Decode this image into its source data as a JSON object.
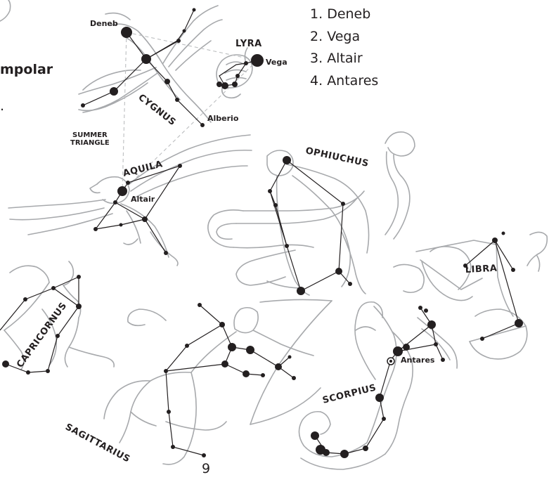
{
  "star_list": [
    {
      "number": "1.",
      "name": "Deneb"
    },
    {
      "number": "2.",
      "name": "Vega"
    },
    {
      "number": "3.",
      "name": "Altair"
    },
    {
      "number": "4.",
      "name": "Antares"
    }
  ],
  "constellations": {
    "cygnus": "CYGNUS",
    "lyra": "LYRA",
    "aquila": "AQUILA",
    "ophiuchus": "OPHIUCHUS",
    "libra": "LIBRA",
    "capricornus": "CAPRICORNUS",
    "sagittarius": "SAGITTARIUS",
    "scorpius": "SCORPIUS"
  },
  "stars": {
    "deneb": "Deneb",
    "vega": "Vega",
    "altair": "Altair",
    "alberio": "Alberio",
    "antares": "Antares"
  },
  "summer_triangle": [
    "SUMMER",
    "TRIANGLE"
  ],
  "cut_text": {
    "line1": "mpolar",
    "line2": "."
  },
  "page_number": "9"
}
